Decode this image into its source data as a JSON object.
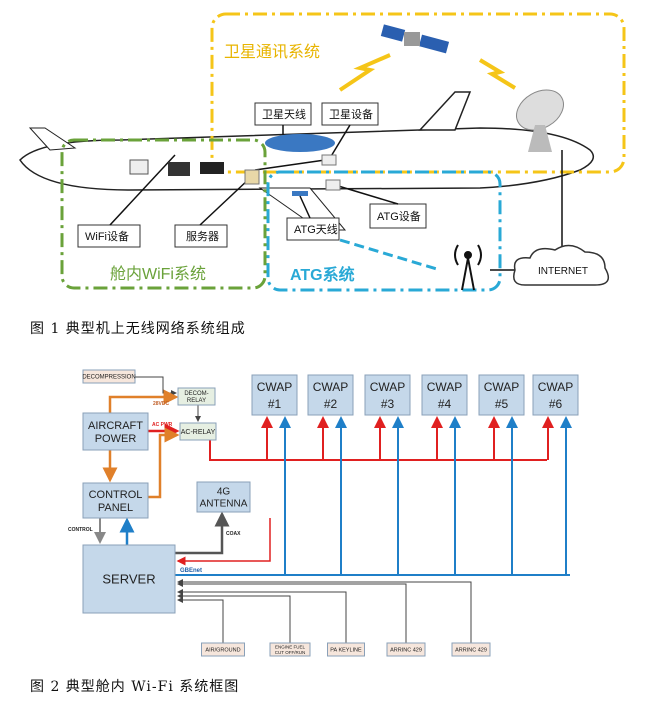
{
  "figure1": {
    "caption": "图 1 典型机上无线网络系统组成",
    "satellite_system_label": "卫星通讯系统",
    "sat_antenna": "卫星天线",
    "sat_equipment": "卫星设备",
    "wifi_equipment": "WiFi设备",
    "server": "服务器",
    "cabin_wifi_system": "舱内WiFi系统",
    "atg_antenna": "ATG天线",
    "atg_equipment": "ATG设备",
    "atg_system": "ATG系统",
    "internet": "INTERNET",
    "colors": {
      "satellite": "#f5c518",
      "wifi": "#6aa23a",
      "atg": "#29a9d6"
    }
  },
  "figure2": {
    "caption": "图 2 典型舱内 Wi-Fi 系统框图",
    "decompression": "DECOMPRESSION",
    "decom_relay": [
      "DECOM-",
      "RELAY"
    ],
    "aircraft_power": [
      "AIRCRAFT",
      "POWER"
    ],
    "ac_relay": "AC-RELAY",
    "control_panel": [
      "CONTROL",
      "PANEL"
    ],
    "antenna_4g": [
      "4G",
      "ANTENNA"
    ],
    "server": "SERVER",
    "label_28vdc": "28VDC",
    "label_acpwr": "AC PWR",
    "label_control": "CONTROL",
    "label_coax": "COAX",
    "label_gbenet": "GBEnet",
    "cwaps": [
      {
        "name": "CWAP",
        "num": "#1"
      },
      {
        "name": "CWAP",
        "num": "#2"
      },
      {
        "name": "CWAP",
        "num": "#3"
      },
      {
        "name": "CWAP",
        "num": "#4"
      },
      {
        "name": "CWAP",
        "num": "#5"
      },
      {
        "name": "CWAP",
        "num": "#6"
      }
    ],
    "inputs": [
      [
        "AIR/GROUND"
      ],
      [
        "ENGINE FUEL",
        "CUT OFF/RUN"
      ],
      [
        "PA KEYLINE"
      ],
      [
        "ARRINC 429"
      ],
      [
        "ARRINC 429"
      ]
    ],
    "colors": {
      "ac_power": "#e02020",
      "dc": "#e0802a",
      "ethernet": "#1f7fc8",
      "box": "#c5d8ea"
    }
  }
}
